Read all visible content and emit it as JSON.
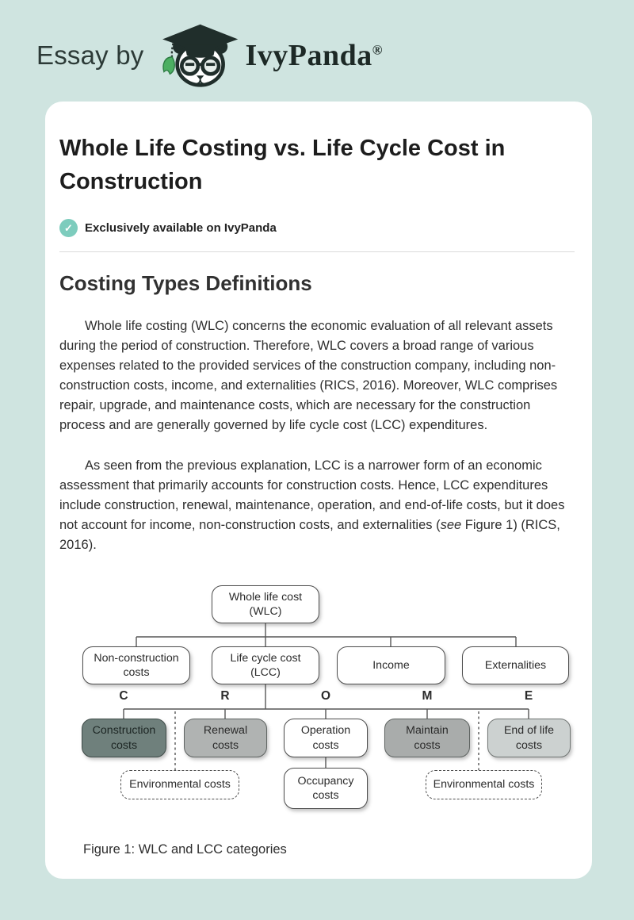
{
  "colors": {
    "background": "#cfe4e0",
    "card": "#ffffff",
    "accent_teal": "#7dccbd",
    "construction_fill": "#6f807c",
    "renewal_fill": "#b0b3b2",
    "maintain_fill": "#a9acab",
    "end_of_life_fill": "#ccd1d0"
  },
  "header": {
    "essay_by": "Essay by",
    "brand": "IvyPanda",
    "registered": "®"
  },
  "article": {
    "title": "Whole Life Costing vs. Life Cycle Cost in Construction",
    "badge": "Exclusively available on IvyPanda",
    "section_heading": "Costing Types Definitions",
    "paragraph1": "Whole life costing (WLC) concerns the economic evaluation of all relevant assets during the period of construction. Therefore, WLC covers a broad range of various expenses related to the provided services of the construction company, including non-construction costs, income, and externalities (RICS, 2016). Moreover, WLC comprises repair, upgrade, and maintenance costs, which are necessary for the construction process and are generally governed by life cycle cost (LCC) expenditures.",
    "paragraph2_pre": "As seen from the previous explanation, LCC is a narrower form of an economic assessment that primarily accounts for construction costs. Hence, LCC expenditures include construction, renewal, maintenance, operation, and end-of-life costs, but it does not account for income, non-construction costs, and externalities (",
    "paragraph2_italic": "see",
    "paragraph2_post": " Figure 1) (RICS, 2016).",
    "caption": "Figure 1: WLC and LCC categories"
  },
  "diagram": {
    "nodes": {
      "wlc": "Whole life cost\n(WLC)",
      "non_construction": "Non-construction\ncosts",
      "lcc": "Life cycle cost\n(LCC)",
      "income": "Income",
      "externalities": "Externalities",
      "construction": "Construction\ncosts",
      "renewal": "Renewal\ncosts",
      "operation": "Operation\ncosts",
      "maintain": "Maintain\ncosts",
      "end_of_life": "End of life\ncosts",
      "environmental_left": "Environmental costs",
      "occupancy": "Occupancy\ncosts",
      "environmental_right": "Environmental costs"
    },
    "letters": [
      "C",
      "R",
      "O",
      "M",
      "E"
    ]
  }
}
